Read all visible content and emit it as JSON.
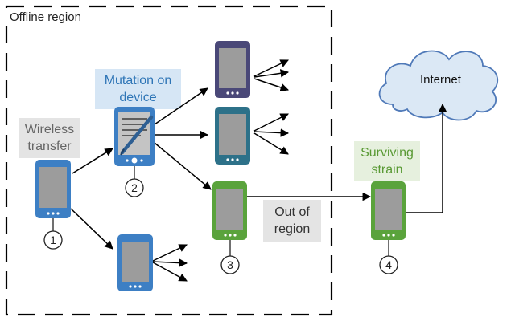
{
  "region": {
    "title": "Offline region"
  },
  "labels": {
    "wireless_line1": "Wireless",
    "wireless_line2": "transfer",
    "mutation_line1": "Mutation on",
    "mutation_line2": "device",
    "out_line1": "Out of",
    "out_line2": "region",
    "surviving_line1": "Surviving",
    "surviving_line2": "strain",
    "internet": "Internet"
  },
  "steps": [
    "1",
    "2",
    "3",
    "4"
  ],
  "colors": {
    "phone_blue": "#3d7fc4",
    "phone_purple": "#4a4878",
    "phone_teal": "#2d7189",
    "phone_green": "#5aa33c",
    "screen_gray": "#9c9c9c",
    "label_gray_bg": "#e4e4e4",
    "label_blue_bg": "#d6e6f5",
    "label_green_bg": "#e6f0de",
    "mutation_text": "#2e75b6",
    "surviving_text": "#5a9a35",
    "cloud_fill": "#dbe8f5",
    "cloud_stroke": "#4f79b8"
  }
}
